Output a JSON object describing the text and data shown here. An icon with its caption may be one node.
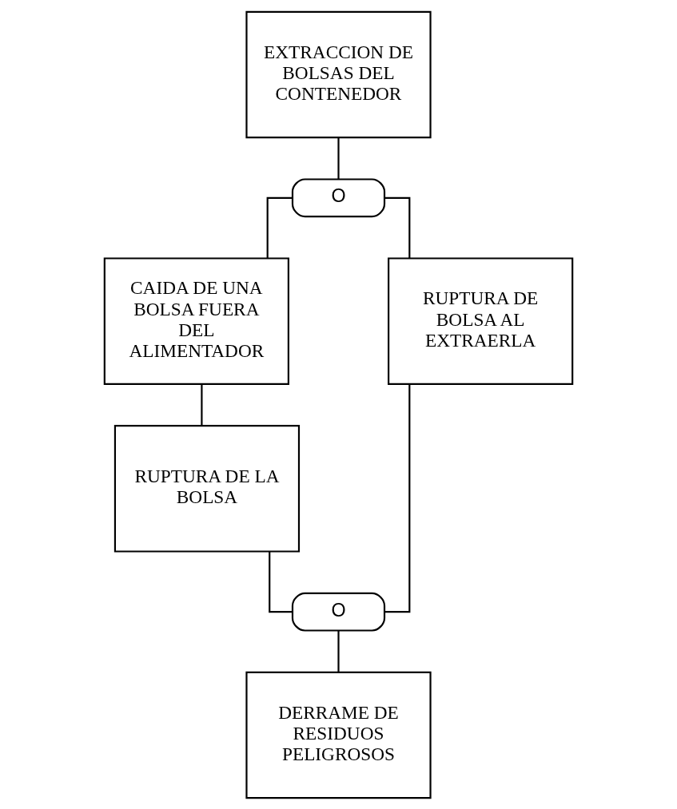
{
  "diagram": {
    "nodes": [
      {
        "text": [
          "EXTRACCION DE BOLSAS DEL CONTENEDOR"
        ]
      },
      {
        "text": [
          "O"
        ]
      },
      {
        "text": [
          "CAIDA DE UNA BOLSA FUERA DEL ALIMENTADOR"
        ]
      },
      {
        "text": [
          "RUPTURA DE BOLSA AL EXTRAERLA"
        ]
      },
      {
        "text": [
          "RUPTURA DE LA BOLSA"
        ]
      },
      {
        "text": [
          "O"
        ]
      },
      {
        "text": [
          "DERRAME DE RESIDUOS PELIGROSOS"
        ]
      }
    ],
    "edges": [
      {
        "from": 0,
        "to": 1,
        "arrow": "none"
      },
      {
        "from": 1,
        "to": 2,
        "arrow": "none"
      },
      {
        "from": 1,
        "to": 3,
        "arrow": "none"
      },
      {
        "from": 2,
        "to": 4,
        "arrow": "none"
      },
      {
        "from": 4,
        "to": 5,
        "arrow": "none"
      },
      {
        "from": 3,
        "to": 5,
        "arrow": "none"
      },
      {
        "from": 5,
        "to": 6,
        "arrow": "none"
      }
    ]
  }
}
